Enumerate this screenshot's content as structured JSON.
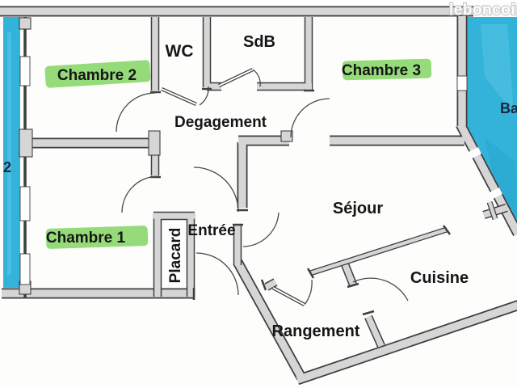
{
  "meta": {
    "type": "apartment-floor-plan-scan",
    "watermark": "leboncoin"
  },
  "colors": {
    "wall_fill": "#d7d5d5",
    "wall_outline": "#3f3f3f",
    "balcony_blue": "#33b3d9",
    "balcony_blue_light": "#63cce8",
    "highlight_green": "#7fd35c",
    "text": "#161616",
    "balcony_text": "#1c2742",
    "watermark_text": "#ffffff"
  },
  "rooms": {
    "chambre2": "Chambre 2",
    "wc": "WC",
    "sdb": "SdB",
    "chambre3": "Chambre 3",
    "degagement": "Degagement",
    "chambre1": "Chambre 1",
    "entree": "Entrée",
    "placard": "Placard",
    "sejour": "Séjour",
    "cuisine": "Cuisine",
    "rangement": "Rangement"
  },
  "balconies": {
    "left_label": "2",
    "right_label": "Ba"
  }
}
